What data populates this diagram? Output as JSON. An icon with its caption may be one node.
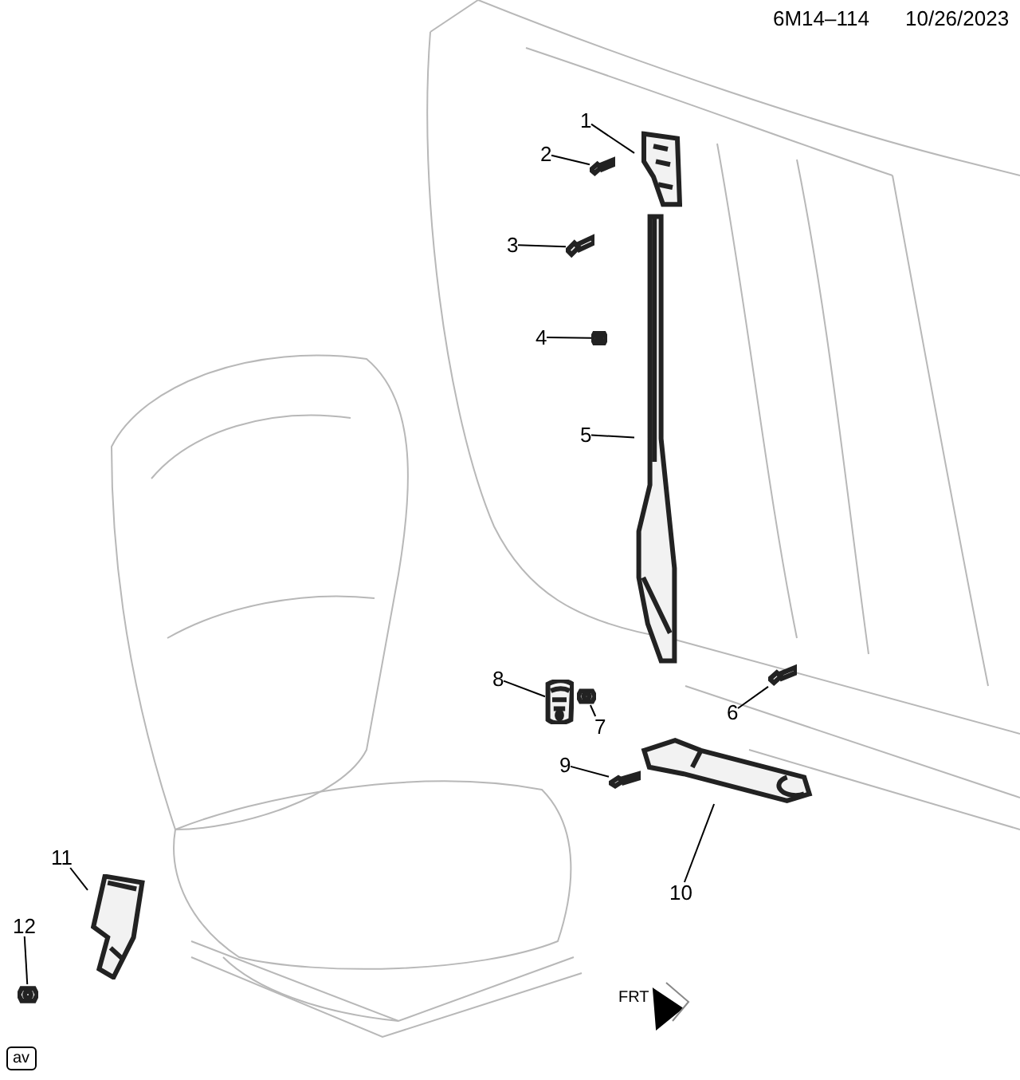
{
  "diagram": {
    "nodes": [
      {
        "text": [
          "1"
        ]
      },
      {
        "text": [
          "2"
        ]
      },
      {
        "text": [
          "3"
        ]
      },
      {
        "text": [
          "4"
        ]
      },
      {
        "text": [
          "5"
        ]
      },
      {
        "text": [
          "6"
        ]
      },
      {
        "text": [
          "7"
        ]
      },
      {
        "text": [
          "8"
        ]
      },
      {
        "text": [
          "9"
        ]
      },
      {
        "text": [
          "10"
        ]
      },
      {
        "text": [
          "11"
        ]
      },
      {
        "text": [
          "12"
        ]
      },
      {
        "text": [],
        "shape": "picture"
      },
      {
        "text": [],
        "shape": "picture"
      },
      {
        "text": [],
        "shape": "picture"
      },
      {
        "text": [],
        "shape": "picture"
      },
      {
        "text": [],
        "shape": "picture"
      },
      {
        "text": [],
        "shape": "picture"
      },
      {
        "text": [],
        "shape": "picture"
      },
      {
        "text": [],
        "shape": "picture"
      },
      {
        "text": [],
        "shape": "picture"
      },
      {
        "text": [],
        "shape": "picture"
      },
      {
        "text": [],
        "shape": "picture"
      },
      {
        "text": [],
        "shape": "picture"
      }
    ],
    "edges": [
      {
        "from": 0,
        "to": 12,
        "arrow": "none"
      },
      {
        "from": 1,
        "to": 13,
        "arrow": "none"
      },
      {
        "from": 2,
        "to": 14,
        "arrow": "none"
      },
      {
        "from": 3,
        "to": 15,
        "arrow": "none"
      },
      {
        "from": 4,
        "to": 16,
        "arrow": "none"
      },
      {
        "from": 5,
        "to": 17,
        "arrow": "none"
      },
      {
        "from": 6,
        "to": 18,
        "arrow": "none"
      },
      {
        "from": 7,
        "to": 19,
        "arrow": "none"
      },
      {
        "from": 8,
        "to": 20,
        "arrow": "none"
      },
      {
        "from": 9,
        "to": 21,
        "arrow": "none"
      },
      {
        "from": 10,
        "to": 22,
        "arrow": "none"
      },
      {
        "from": 11,
        "to": 23,
        "arrow": "none"
      }
    ],
    "labels": [
      "6M14–114",
      "10/26/2023",
      "FRT",
      "av"
    ]
  }
}
